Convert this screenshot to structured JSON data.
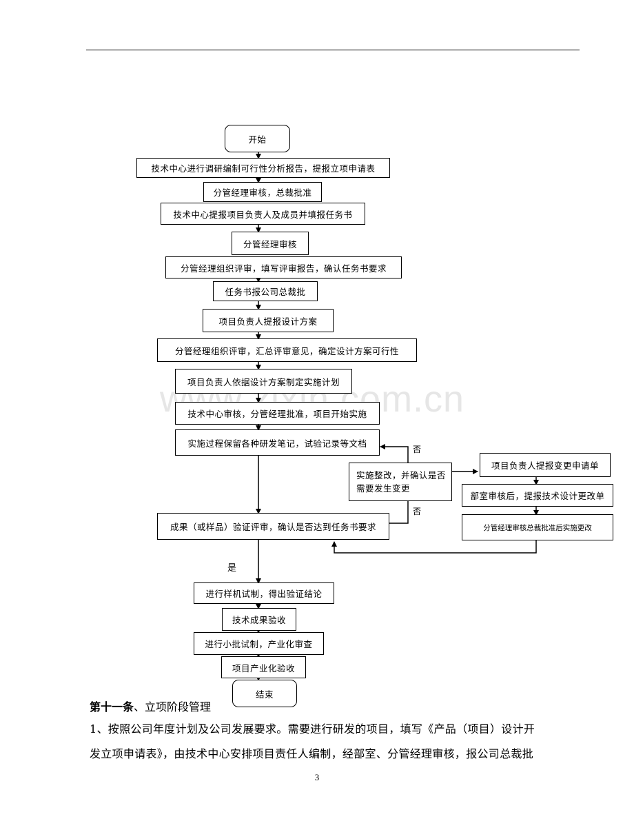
{
  "flow": {
    "start": "开始",
    "step1": "技术中心进行调研编制可行性分析报告，提报立项申请表",
    "step2": "分管经理审核，总裁批准",
    "step3": "技术中心提报项目负责人及成员并填报任务书",
    "step4": "分管经理审核",
    "step5": "分管经理组织评审，填写评审报告，确认任务书要求",
    "step6": "任务书报公司总裁批",
    "step7": "项目负责人提报设计方案",
    "step8": "分管经理组织评审，汇总评审意见，确定设计方案可行性",
    "step9": "项目负责人依据设计方案制定实施计划",
    "step10": "技术中心审核，分管经理批准，项目开始实施",
    "step11": "实施过程保留各种研发笔记，试验记录等文档",
    "fix": "实施整改，并确认是否需要发生变更",
    "change1": "项目负责人提报变更申请单",
    "change2": "部室审核后，提报技术设计更改单",
    "change3": "分管经理审核总裁批准后实施更改",
    "verify": "成果（或样品）验证评审，确认是否达到任务书要求",
    "step13": "进行样机试制，得出验证结论",
    "step14": "技术成果验收",
    "step15": "进行小批试制，产业化审查",
    "step16": "项目产业化验收",
    "end": "结束",
    "label_no_top": "否",
    "label_no_bottom": "否",
    "label_yes": "是"
  },
  "watermark": "www.zixin.com.cn",
  "heading_bold": "第十一条",
  "heading_rest": "、立项阶段管理",
  "para_line1": "1、按照公司年度计划及公司发展要求。需要进行研发的项目，填写《产品（项目）设计开",
  "para_line2": "发立项申请表》，由技术中心安排项目责任人编制，经部室、分管经理审核，报公司总裁批",
  "page_number": "3"
}
